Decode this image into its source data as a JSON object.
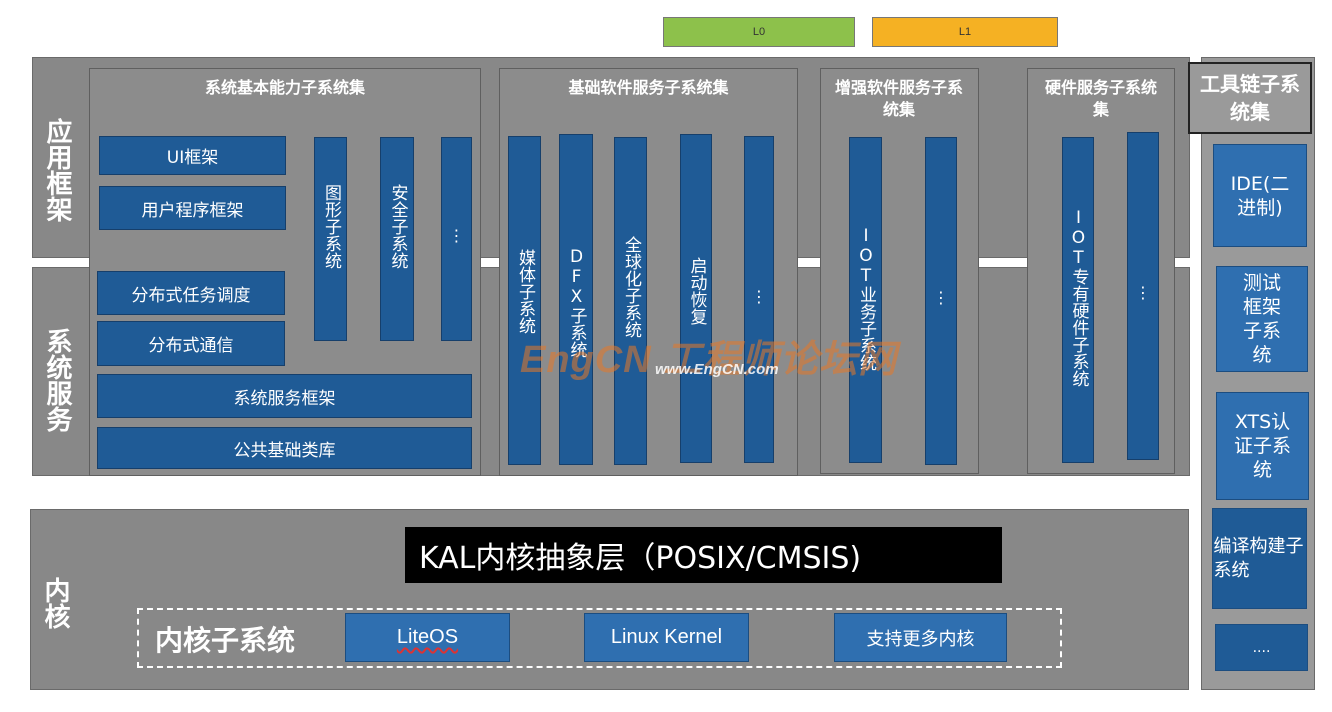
{
  "legend": [
    {
      "label": "L0",
      "color": "#8dc14b"
    },
    {
      "label": "L1",
      "color": "#f5b123"
    }
  ],
  "bands": {
    "app_framework": "应用框架",
    "system_service": "系统服务",
    "kernel": "内核"
  },
  "groups": {
    "basic_capability": {
      "title": "系统基本能力子系统集",
      "hboxes": [
        "UI框架",
        "用户程序框架",
        "分布式任务调度",
        "分布式通信",
        "系统服务框架",
        "公共基础类库"
      ],
      "vboxes": [
        "图形子系统",
        "安全子系统",
        "⋮"
      ]
    },
    "basic_software": {
      "title": "基础软件服务子系统集",
      "vboxes": [
        "媒体子系统",
        "DFX子系统",
        "全球化子系统",
        "启动恢复",
        "⋮"
      ]
    },
    "enhanced_software": {
      "title": "增强软件服务子系统集",
      "vboxes": [
        "IOT业务子系统",
        "⋮"
      ]
    },
    "hardware_service": {
      "title": "硬件服务子系统集",
      "vboxes": [
        "IOT专有硬件子系统",
        "⋮"
      ]
    }
  },
  "toolchain": {
    "title": "工具链子系统集",
    "items": [
      "IDE(二进制)",
      "测试框架子系统",
      "XTS认证子系统",
      "编译构建子系统",
      "...."
    ]
  },
  "kernel": {
    "kal": "KAL内核抽象层（POSIX/CMSIS)",
    "subsystem_label": "内核子系统",
    "kernels": [
      "LiteOS",
      "Linux Kernel",
      "支持更多内核"
    ]
  },
  "watermark": {
    "main": "EngCN 工程师论坛网",
    "url": "www.EngCN.com"
  },
  "colors": {
    "band_gray": "#888888",
    "box_blue": "#1f5b96",
    "kal_black": "#000000"
  }
}
